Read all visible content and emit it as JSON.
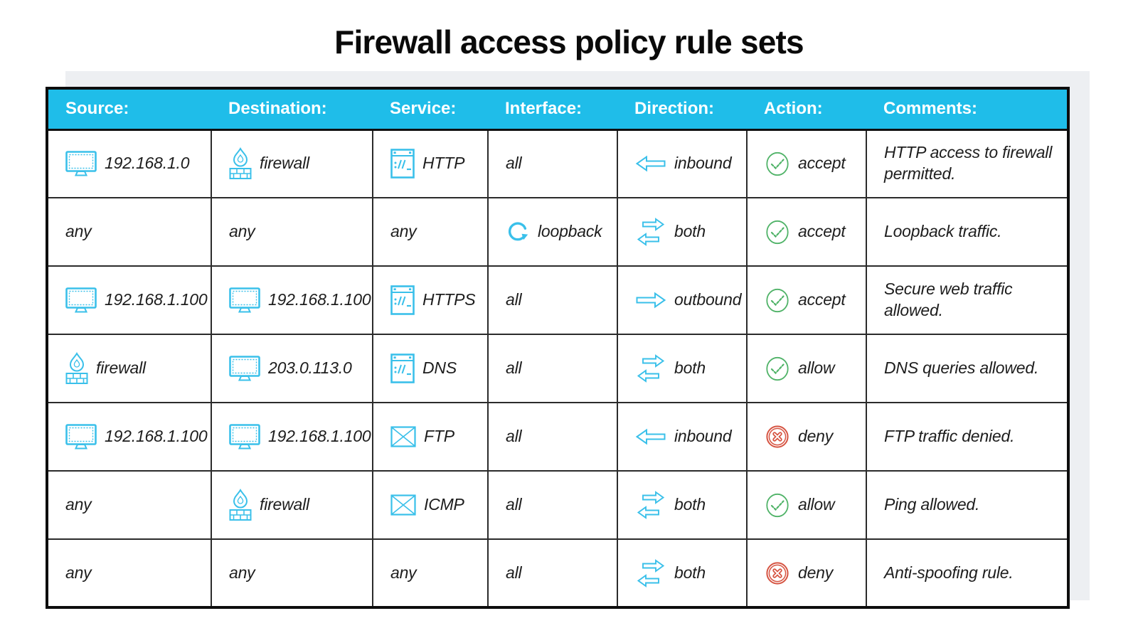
{
  "title": "Firewall access policy rule sets",
  "colors": {
    "header_bg": "#1fbde9",
    "header_text": "#ffffff",
    "icon_cyan": "#3ac0ea",
    "accept_green": "#50b368",
    "deny_red": "#d65442",
    "body_text": "#1d1d1d",
    "shadow_gray": "#edeff2",
    "border_black": "#0d0d0d"
  },
  "table": {
    "headers": [
      {
        "key": "source",
        "label": "Source:"
      },
      {
        "key": "destination",
        "label": "Destination:"
      },
      {
        "key": "service",
        "label": "Service:"
      },
      {
        "key": "interface",
        "label": "Interface:"
      },
      {
        "key": "direction",
        "label": "Direction:"
      },
      {
        "key": "action",
        "label": "Action:"
      },
      {
        "key": "comments",
        "label": "Comments:"
      }
    ],
    "rows": [
      {
        "source": {
          "icon": "monitor-icon",
          "text": "192.168.1.0"
        },
        "destination": {
          "icon": "firewall-icon",
          "text": "firewall"
        },
        "service": {
          "icon": "browser-icon",
          "text": "HTTP"
        },
        "interface": {
          "icon": null,
          "text": "all"
        },
        "direction": {
          "icon": "arrow-left-icon",
          "text": "inbound"
        },
        "action": {
          "icon": "check-circle-icon",
          "text": "accept"
        },
        "comments": {
          "icon": null,
          "text": "HTTP access to firewall permitted."
        }
      },
      {
        "source": {
          "icon": null,
          "text": "any"
        },
        "destination": {
          "icon": null,
          "text": "any"
        },
        "service": {
          "icon": null,
          "text": "any"
        },
        "interface": {
          "icon": "loopback-icon",
          "text": "loopback"
        },
        "direction": {
          "icon": "arrows-both-icon",
          "text": "both"
        },
        "action": {
          "icon": "check-circle-icon",
          "text": "accept"
        },
        "comments": {
          "icon": null,
          "text": "Loopback traffic."
        }
      },
      {
        "source": {
          "icon": "monitor-icon",
          "text": "192.168.1.100"
        },
        "destination": {
          "icon": "monitor-icon",
          "text": "192.168.1.100"
        },
        "service": {
          "icon": "browser-icon",
          "text": "HTTPS"
        },
        "interface": {
          "icon": null,
          "text": "all"
        },
        "direction": {
          "icon": "arrow-right-icon",
          "text": "outbound"
        },
        "action": {
          "icon": "check-circle-icon",
          "text": "accept"
        },
        "comments": {
          "icon": null,
          "text": "Secure web traffic allowed."
        }
      },
      {
        "source": {
          "icon": "firewall-icon",
          "text": "firewall"
        },
        "destination": {
          "icon": "monitor-icon",
          "text": "203.0.113.0"
        },
        "service": {
          "icon": "browser-icon",
          "text": "DNS"
        },
        "interface": {
          "icon": null,
          "text": "all"
        },
        "direction": {
          "icon": "arrows-both-icon",
          "text": "both"
        },
        "action": {
          "icon": "check-circle-icon",
          "text": "allow"
        },
        "comments": {
          "icon": null,
          "text": "DNS queries allowed."
        }
      },
      {
        "source": {
          "icon": "monitor-icon",
          "text": "192.168.1.100"
        },
        "destination": {
          "icon": "monitor-icon",
          "text": "192.168.1.100"
        },
        "service": {
          "icon": "envelope-icon",
          "text": "FTP"
        },
        "interface": {
          "icon": null,
          "text": "all"
        },
        "direction": {
          "icon": "arrow-left-icon",
          "text": "inbound"
        },
        "action": {
          "icon": "x-circle-icon",
          "text": "deny"
        },
        "comments": {
          "icon": null,
          "text": "FTP traffic denied."
        }
      },
      {
        "source": {
          "icon": null,
          "text": "any"
        },
        "destination": {
          "icon": "firewall-icon",
          "text": "firewall"
        },
        "service": {
          "icon": "envelope-icon",
          "text": "ICMP"
        },
        "interface": {
          "icon": null,
          "text": "all"
        },
        "direction": {
          "icon": "arrows-both-icon",
          "text": "both"
        },
        "action": {
          "icon": "check-circle-icon",
          "text": "allow"
        },
        "comments": {
          "icon": null,
          "text": "Ping allowed."
        }
      },
      {
        "source": {
          "icon": null,
          "text": "any"
        },
        "destination": {
          "icon": null,
          "text": "any"
        },
        "service": {
          "icon": null,
          "text": "any"
        },
        "interface": {
          "icon": null,
          "text": "all"
        },
        "direction": {
          "icon": "arrows-both-icon",
          "text": "both"
        },
        "action": {
          "icon": "x-circle-icon",
          "text": "deny"
        },
        "comments": {
          "icon": null,
          "text": "Anti-spoofing rule."
        }
      }
    ]
  }
}
